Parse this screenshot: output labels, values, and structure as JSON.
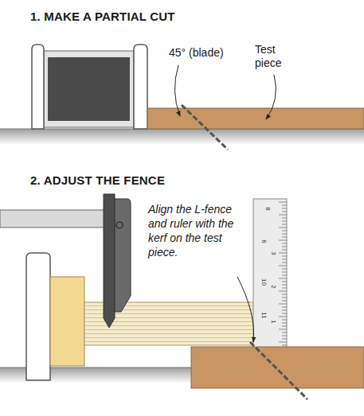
{
  "diagram": {
    "labels": [
      "1. MAKE A PARTIAL CUT",
      "45° (blade)",
      "Test piece",
      "2. ADJUST THE FENCE",
      "Align the L-fence and ruler with the kerf on the test piece.",
      "8",
      "6",
      "3",
      "10",
      "2",
      "11",
      "1"
    ]
  }
}
